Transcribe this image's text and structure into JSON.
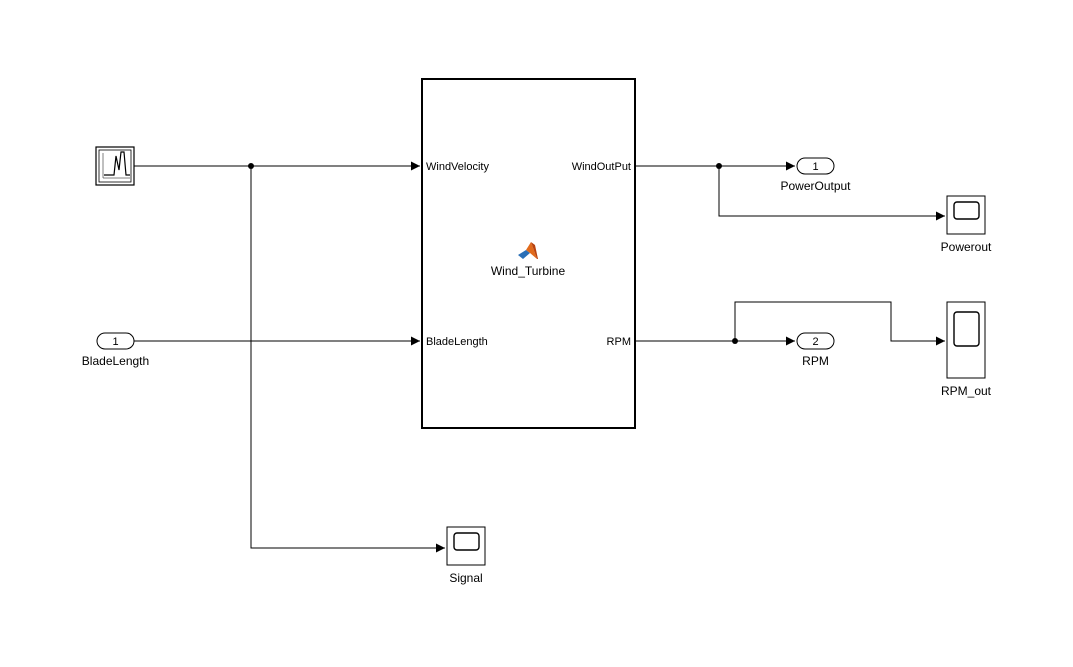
{
  "subsystem": {
    "name": "Wind_Turbine",
    "inputs": [
      "WindVelocity",
      "BladeLength"
    ],
    "outputs": [
      "WindOutPut",
      "RPM"
    ],
    "icon": "matlab-function-icon"
  },
  "source": {
    "icon": "signal-builder-icon"
  },
  "inports": [
    {
      "number": "1",
      "label": "BladeLength"
    }
  ],
  "outports": [
    {
      "number": "1",
      "label": "PowerOutput"
    },
    {
      "number": "2",
      "label": "RPM"
    }
  ],
  "scopes": [
    {
      "label": "Powerout",
      "icon": "scope-icon"
    },
    {
      "label": "RPM_out",
      "icon": "scope-icon"
    },
    {
      "label": "Signal",
      "icon": "scope-icon"
    }
  ],
  "colors": {
    "matlab_orange": "#e16a1c",
    "matlab_blue": "#2a6fb6"
  }
}
